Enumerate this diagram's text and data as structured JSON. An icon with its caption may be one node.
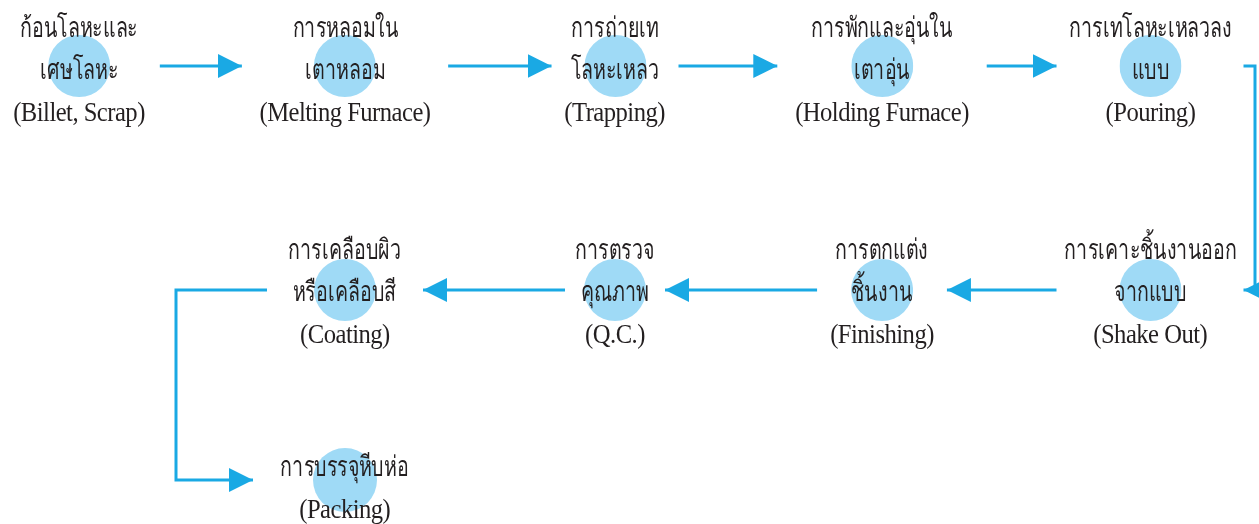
{
  "diagram": {
    "nodes": [
      {
        "text": [
          "ก้อนโลหะและเศษโลหะ",
          "(Billet, Scrap)"
        ]
      },
      {
        "text": [
          "การหลอมในเตาหลอม",
          "(Melting Furnace)"
        ]
      },
      {
        "text": [
          "การถ่ายเทโลหะเหลว",
          "(Trapping)"
        ]
      },
      {
        "text": [
          "การพักและอุ่นในเตาอุ่น",
          "(Holding Furnace)"
        ]
      },
      {
        "text": [
          "การเทโลหะเหลวลงแบบ",
          "(Pouring)"
        ]
      },
      {
        "text": [
          "การเคาะชิ้นงานออกจากแบบ",
          "(Shake Out)"
        ]
      },
      {
        "text": [
          "การตกแต่งชิ้นงาน",
          "(Finishing)"
        ]
      },
      {
        "text": [
          "การตรวจคุณภาพ",
          "(Q.C.)"
        ]
      },
      {
        "text": [
          "การเคลือบผิวหรือเคลือบสี",
          "(Coating)"
        ]
      },
      {
        "text": [
          "การบรรจุหีบห่อ",
          "(Packing)"
        ]
      }
    ],
    "edges": [
      {
        "from": 0,
        "to": 1,
        "arrow": "to"
      },
      {
        "from": 1,
        "to": 2,
        "arrow": "to"
      },
      {
        "from": 2,
        "to": 3,
        "arrow": "to"
      },
      {
        "from": 3,
        "to": 4,
        "arrow": "to"
      },
      {
        "from": 4,
        "to": 5,
        "arrow": "to"
      },
      {
        "from": 5,
        "to": 6,
        "arrow": "to"
      },
      {
        "from": 6,
        "to": 7,
        "arrow": "to"
      },
      {
        "from": 7,
        "to": 8,
        "arrow": "to"
      },
      {
        "from": 8,
        "to": 9,
        "arrow": "to"
      }
    ]
  }
}
